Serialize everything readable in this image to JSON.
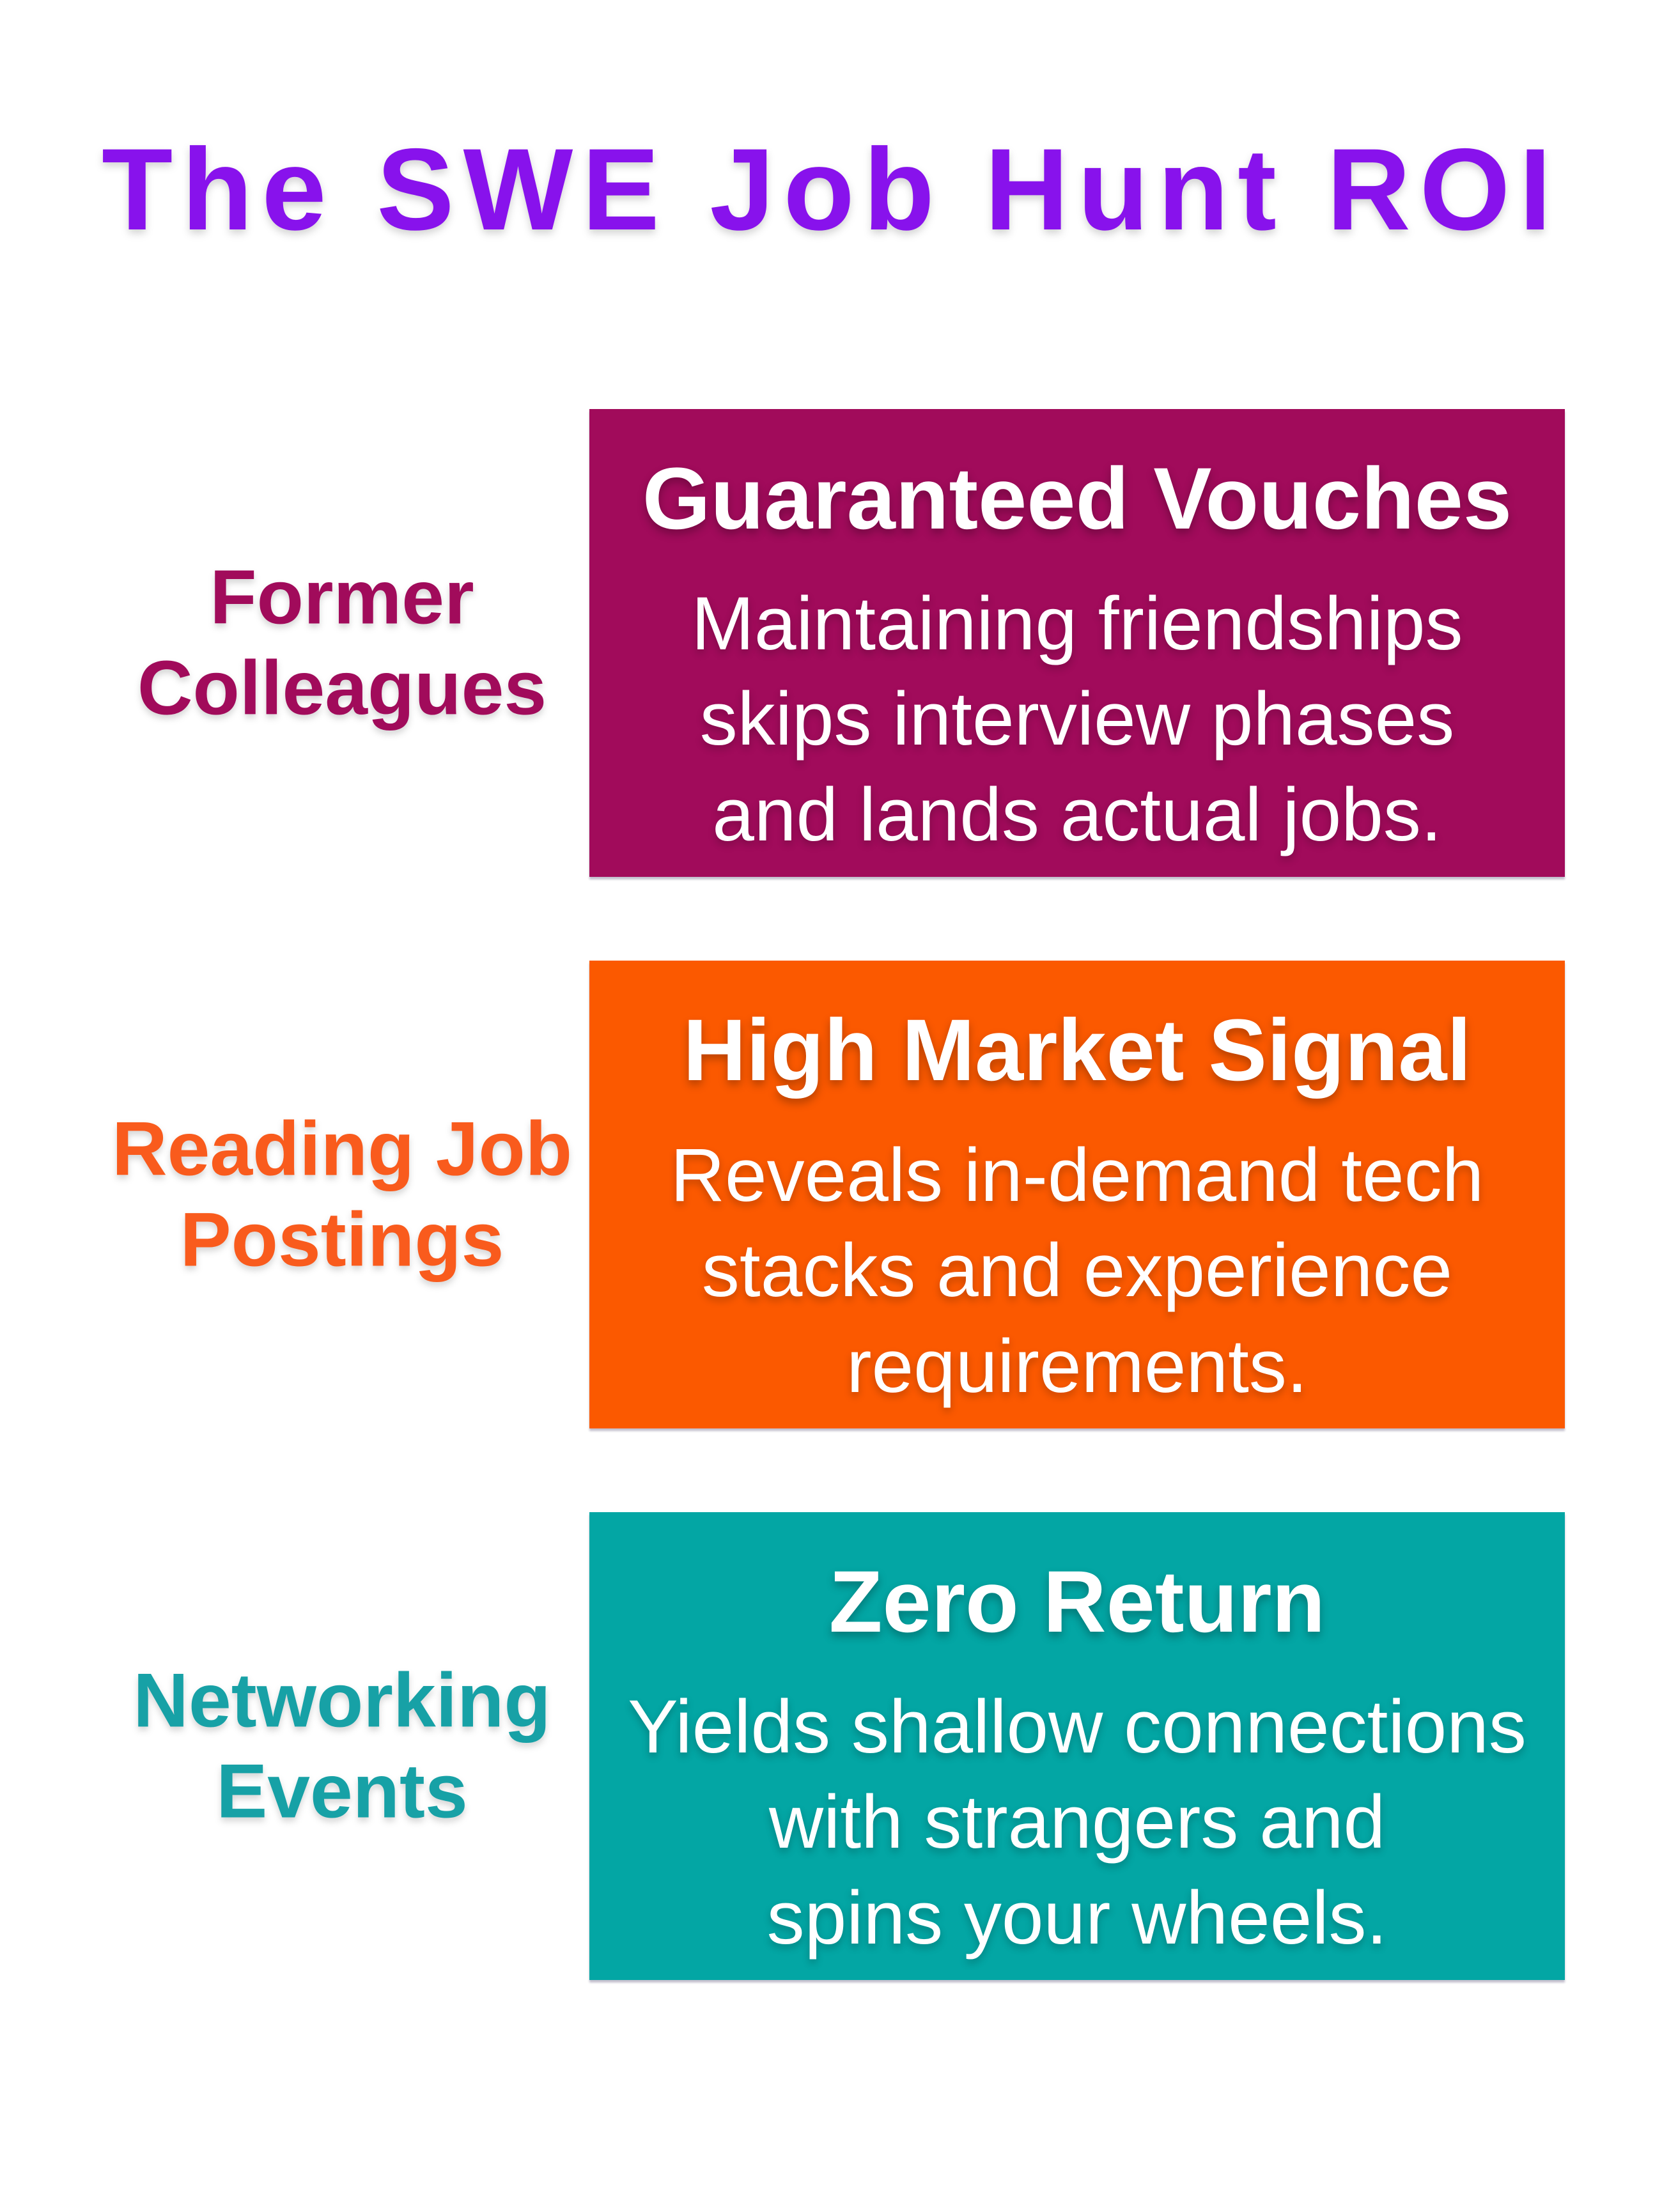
{
  "title": {
    "text": "The SWE Job Hunt ROI",
    "color": "#8812EC"
  },
  "rows": [
    {
      "label": "Former\nColleagues",
      "label_color": "#A10B5B",
      "box": {
        "bg": "#A10B5B",
        "heading": "Guaranteed Vouches",
        "body": "Maintaining friendships\nskips interview phases\nand lands actual jobs."
      }
    },
    {
      "label": "Reading Job\nPostings",
      "label_color": "#F95B1D",
      "box": {
        "bg": "#FB5900",
        "heading": "High Market Signal",
        "body": "Reveals in-demand tech\nstacks and experience\nrequirements."
      }
    },
    {
      "label": "Networking\nEvents",
      "label_color": "#17A1A6",
      "box": {
        "bg": "#03A6A4",
        "heading": "Zero Return",
        "body": "Yields shallow connections\nwith strangers and\nspins your wheels."
      }
    }
  ]
}
